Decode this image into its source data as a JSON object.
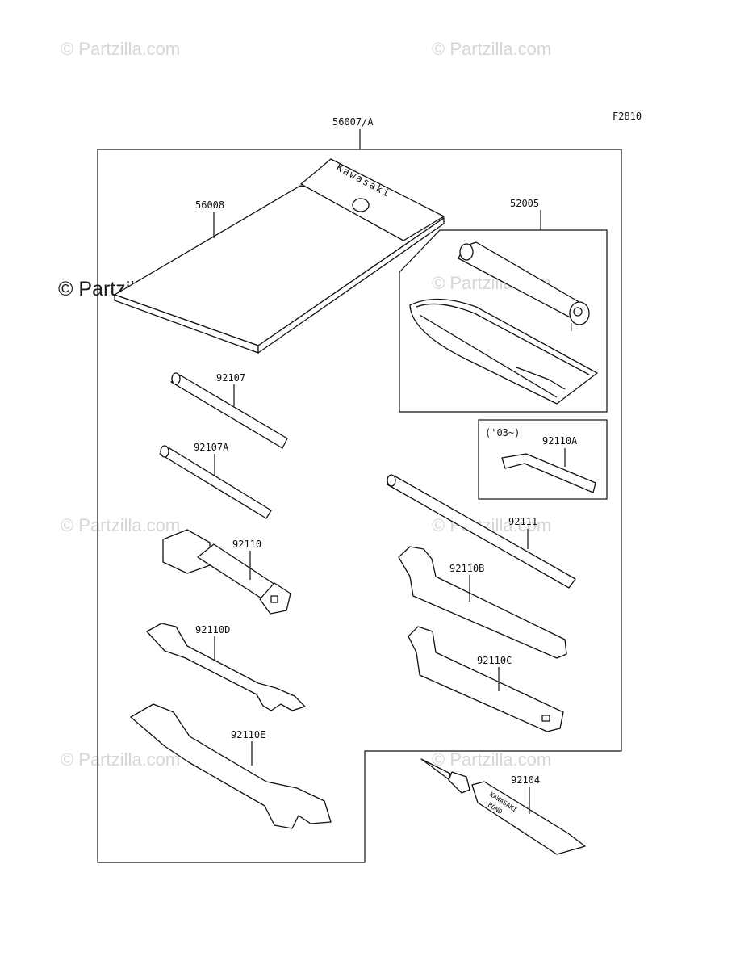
{
  "figure_code": "F2810",
  "watermark_text": "© Partzilla.com",
  "callouts": {
    "kit": "56007/A",
    "pouch": "56008",
    "pump_kit": "52005",
    "screwdriver_a": "92107",
    "screwdriver_b": "92107A",
    "hex_key_note": "('03~)",
    "hex_key": "92110A",
    "plug_wrench": "92110",
    "bar": "92111",
    "spanner_b": "92110B",
    "wrench_d": "92110D",
    "spanner_c": "92110C",
    "wrench_e": "92110E",
    "bond": "92104"
  },
  "pouch_brand": "Kawasaki",
  "tube_brand": "KAWASAKI",
  "tube_text": "BOND"
}
